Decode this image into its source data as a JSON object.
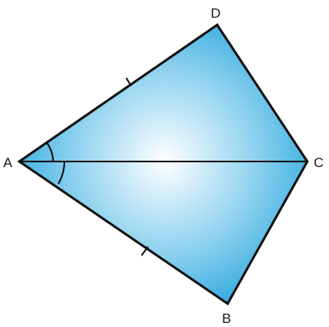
{
  "figure": {
    "vertices": {
      "a": "A",
      "b": "B",
      "c": "C",
      "d": "D"
    },
    "fill_center_color": "#ffffff",
    "fill_edge_color": "#2aa6dc",
    "stroke_color": "#111111",
    "marks": {
      "equal_sides": [
        "AD",
        "AB"
      ],
      "equal_angles": [
        "DAC",
        "BAC"
      ],
      "diagonal": "AC"
    }
  }
}
